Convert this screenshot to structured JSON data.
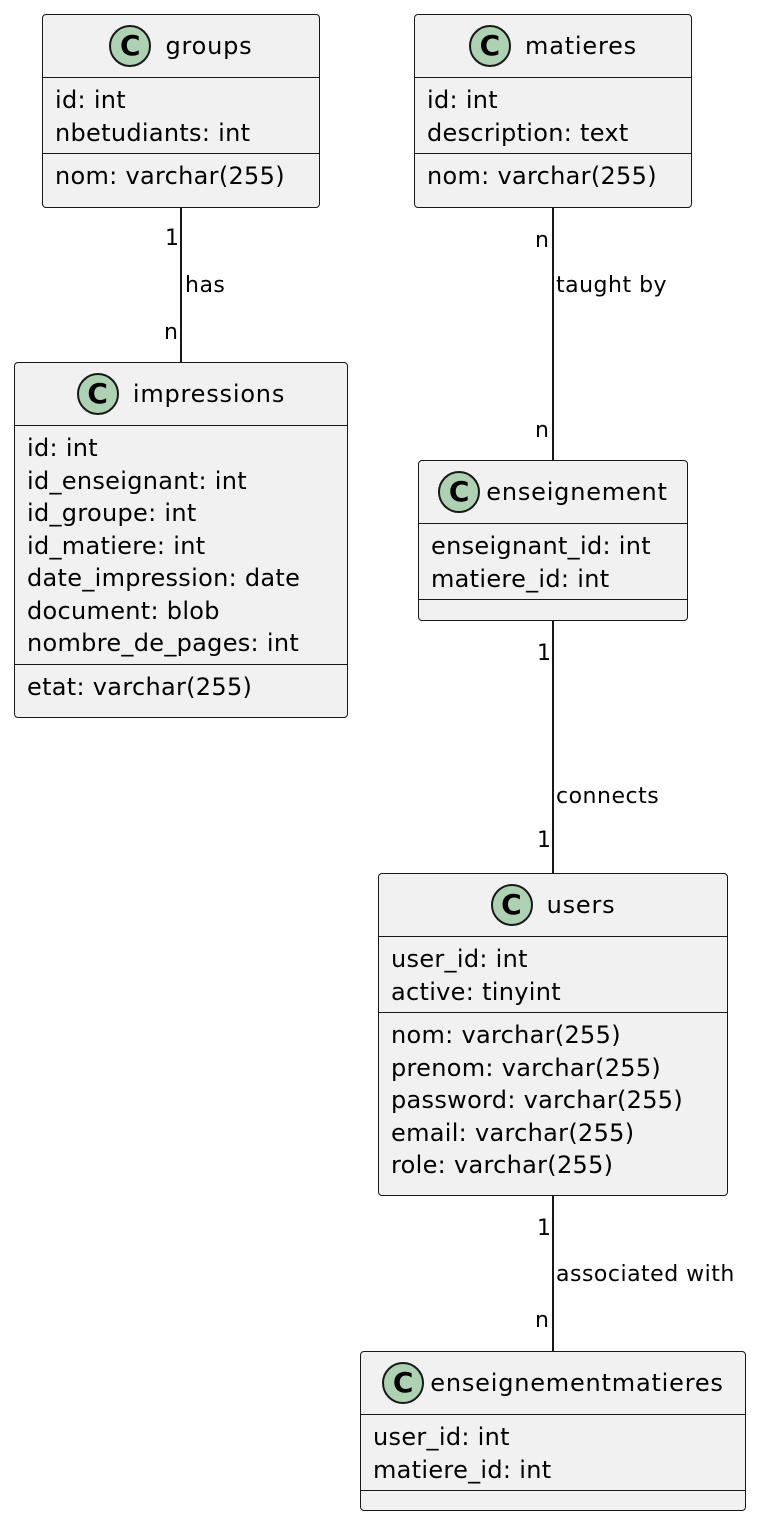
{
  "classes": {
    "groups": {
      "name": "groups",
      "icon": "class-c-icon",
      "glyph": "C",
      "fields": [
        "id: int",
        "nbetudiants: int"
      ],
      "methods": [
        "nom: varchar(255)"
      ]
    },
    "matieres": {
      "name": "matieres",
      "icon": "class-c-icon",
      "glyph": "C",
      "fields": [
        "id: int",
        "description: text"
      ],
      "methods": [
        "nom: varchar(255)"
      ]
    },
    "impressions": {
      "name": "impressions",
      "icon": "class-c-icon",
      "glyph": "C",
      "fields": [
        "id: int",
        "id_enseignant: int",
        "id_groupe: int",
        "id_matiere: int",
        "date_impression: date",
        "document: blob",
        "nombre_de_pages: int"
      ],
      "methods": [
        "etat: varchar(255)"
      ]
    },
    "enseignement": {
      "name": "enseignement",
      "icon": "class-c-icon",
      "glyph": "C",
      "fields": [
        "enseignant_id: int",
        "matiere_id: int"
      ],
      "methods": []
    },
    "users": {
      "name": "users",
      "icon": "class-c-icon",
      "glyph": "C",
      "fields": [
        "user_id: int",
        "active: tinyint"
      ],
      "methods": [
        "nom: varchar(255)",
        "prenom: varchar(255)",
        "password: varchar(255)",
        "email: varchar(255)",
        "role: varchar(255)"
      ]
    },
    "enseignementmatieres": {
      "name": "enseignementmatieres",
      "icon": "class-c-icon",
      "glyph": "C",
      "fields": [
        "user_id: int",
        "matiere_id: int"
      ],
      "methods": []
    }
  },
  "relations": {
    "groups_impressions": {
      "label": "has",
      "from_mult": "1",
      "to_mult": "n"
    },
    "matieres_enseignement": {
      "label": "taught by",
      "from_mult": "n",
      "to_mult": "n"
    },
    "enseignement_users": {
      "label": "connects",
      "from_mult": "1",
      "to_mult": "1"
    },
    "users_enseignementmatieres": {
      "label": "associated with",
      "from_mult": "1",
      "to_mult": "n"
    }
  }
}
